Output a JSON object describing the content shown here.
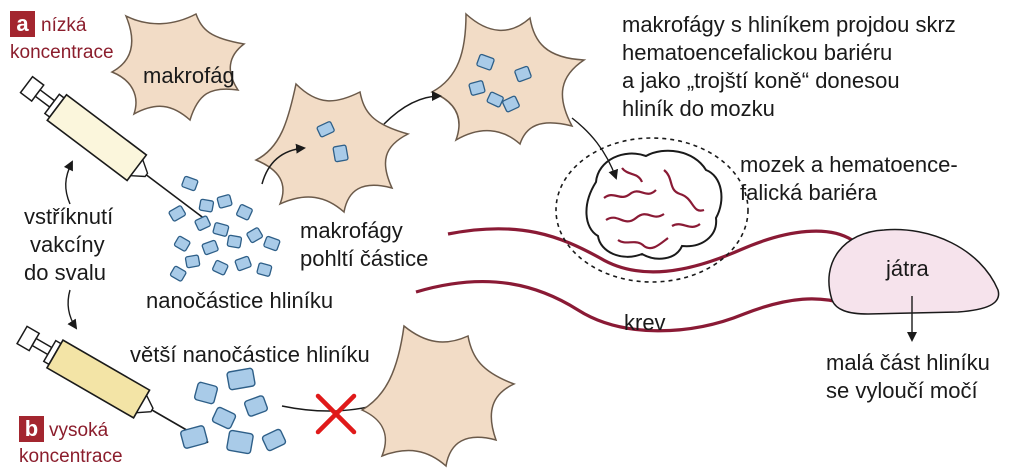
{
  "colors": {
    "cell_fill": "#f2dcc6",
    "cell_stroke": "#6b5a4a",
    "particle_fill": "#a9cbe8",
    "particle_stroke": "#2e5f88",
    "blood_vessel": "#8a1a35",
    "liver_fill": "#f6e3ec",
    "badge": "#a3262f",
    "label_red": "#8b1d2c",
    "cross": "#e01a1a",
    "syringe_barrel_a": "#fbf6dc",
    "syringe_barrel_b": "#f3e4a6"
  },
  "panel_a": {
    "letter": "a",
    "label_line1": "nízká",
    "label_line2": "koncentrace"
  },
  "panel_b": {
    "letter": "b",
    "label_line1": "vysoká",
    "label_line2": "koncentrace"
  },
  "labels": {
    "macrophage": "makrofág",
    "injection_line1": "vstříknutí",
    "injection_line2": "vakcíny",
    "injection_line3": "do svalu",
    "nanoparticles": "nanočástice hliníku",
    "macrophages_absorb_line1": "makrofágy",
    "macrophages_absorb_line2": "pohltí částice",
    "trojan_line1": "makrofágy s hliníkem projdou skrz",
    "trojan_line2": "hematoencefalickou bariéru",
    "trojan_line3": "a jako „trojští koně“ donesou",
    "trojan_line4": "hliník do mozku",
    "brain_line1": "mozek a hematoence-",
    "brain_line2": "falická bariéra",
    "blood": "krev",
    "liver": "játra",
    "excretion_line1": "malá část hliníku",
    "excretion_line2": "se vyloučí močí",
    "larger_particles": "větší nanočástice hliníku"
  }
}
